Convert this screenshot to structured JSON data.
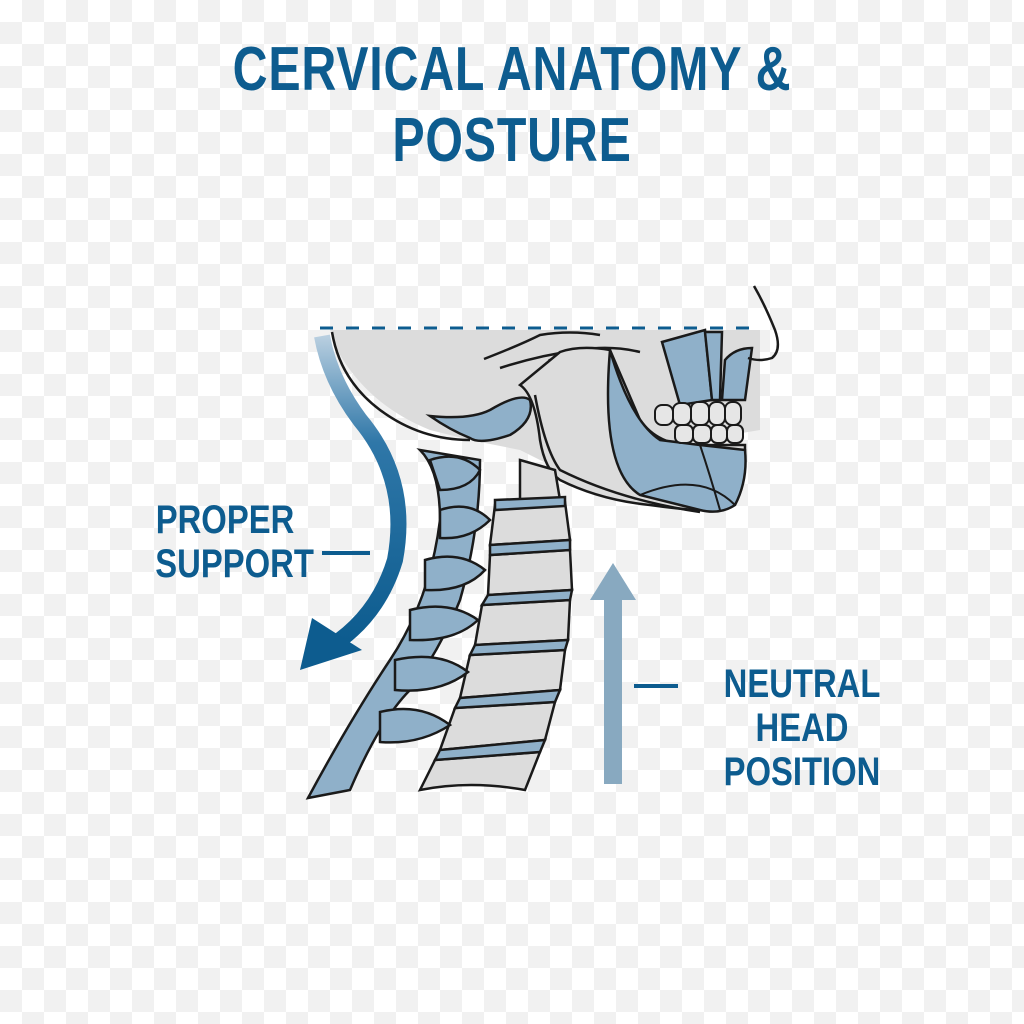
{
  "title": "CERVICAL ANATOMY & POSTURE",
  "labels": {
    "proper_support": {
      "line1": "PROPER",
      "line2": "SUPPORT"
    },
    "neutral_head": {
      "line1": "NEUTRAL HEAD",
      "line2": "POSITION"
    }
  },
  "illustration": {
    "subject": "Side view of skull, jaw and cervical spine",
    "arrows": [
      {
        "name": "proper-support-arrow",
        "direction": "curved-down-left",
        "color": "#0d5c8f"
      },
      {
        "name": "neutral-head-arrow",
        "direction": "up",
        "color": "#88a9c0"
      }
    ],
    "reference_line": {
      "style": "dashed",
      "color": "#0d5c8f"
    }
  },
  "colors": {
    "primary": "#0d5c8f",
    "bone_fill": "#dcdcdc",
    "tissue_fill": "#8fb0c9",
    "outline": "#1a1a1a",
    "light_arrow": "#88a9c0",
    "checker_light": "#ffffff",
    "checker_dark": "#f1f1f1"
  }
}
